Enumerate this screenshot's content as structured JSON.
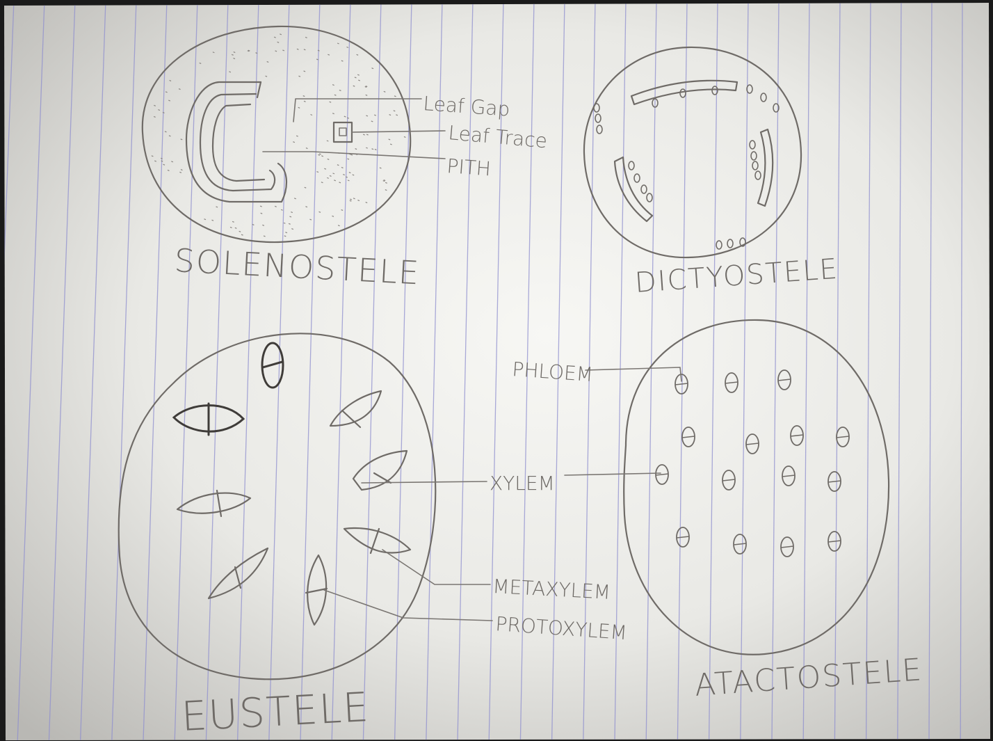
{
  "diagrams": {
    "solenostele": {
      "title": "SOLENOSTELE",
      "labels": {
        "leaf_gap": "Leaf Gap",
        "leaf_trace": "Leaf Trace",
        "pith": "PITH"
      }
    },
    "dictyostele": {
      "title": "DICTYOSTELE"
    },
    "eustele": {
      "title": "EUSTELE",
      "labels": {
        "xylem": "XYLEM",
        "metaxylem": "METAXYLEM",
        "protoxylem": "PROTOXYLEM"
      }
    },
    "atactostele": {
      "title": "ATACTOSTELE",
      "labels": {
        "phloem": "PHLOEM"
      }
    }
  }
}
